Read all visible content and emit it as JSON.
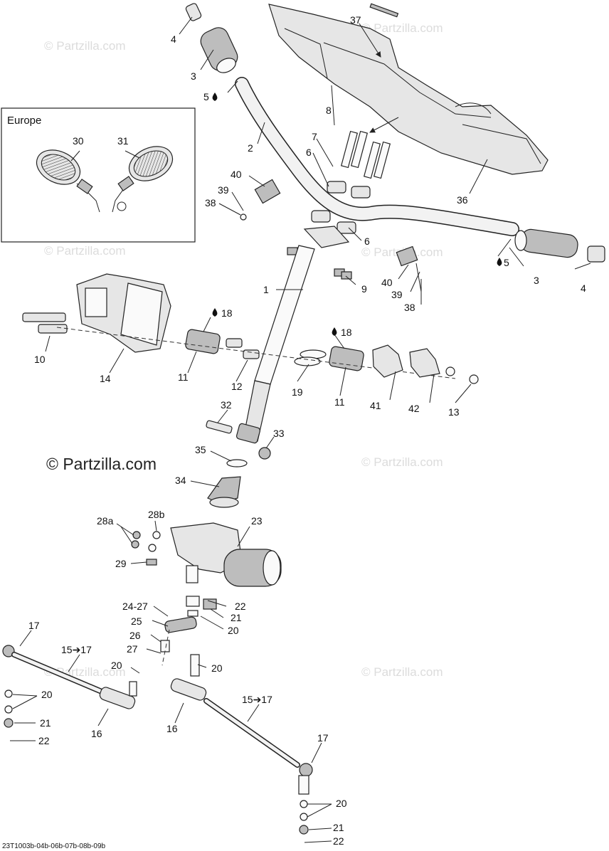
{
  "watermark": "© Partzilla.com",
  "inset": {
    "label": "Europe"
  },
  "reference_code": "23T1003b-04b-06b-07b-08b-09b",
  "callouts": [
    {
      "id": "c1",
      "text": "1"
    },
    {
      "id": "c2",
      "text": "2"
    },
    {
      "id": "c3a",
      "text": "3"
    },
    {
      "id": "c3b",
      "text": "3"
    },
    {
      "id": "c4a",
      "text": "4"
    },
    {
      "id": "c4b",
      "text": "4"
    },
    {
      "id": "c5a",
      "text": "5"
    },
    {
      "id": "c5b",
      "text": "5"
    },
    {
      "id": "c6a",
      "text": "6"
    },
    {
      "id": "c6b",
      "text": "6"
    },
    {
      "id": "c7",
      "text": "7"
    },
    {
      "id": "c8",
      "text": "8"
    },
    {
      "id": "c9",
      "text": "9"
    },
    {
      "id": "c10",
      "text": "10"
    },
    {
      "id": "c11a",
      "text": "11"
    },
    {
      "id": "c11b",
      "text": "11"
    },
    {
      "id": "c12",
      "text": "12"
    },
    {
      "id": "c13",
      "text": "13"
    },
    {
      "id": "c14",
      "text": "14"
    },
    {
      "id": "c15a",
      "text": "15➔17"
    },
    {
      "id": "c15b",
      "text": "15➔17"
    },
    {
      "id": "c16a",
      "text": "16"
    },
    {
      "id": "c16b",
      "text": "16"
    },
    {
      "id": "c17a",
      "text": "17"
    },
    {
      "id": "c17b",
      "text": "17"
    },
    {
      "id": "c18a",
      "text": "18"
    },
    {
      "id": "c18b",
      "text": "18"
    },
    {
      "id": "c19",
      "text": "19"
    },
    {
      "id": "c20a",
      "text": "20"
    },
    {
      "id": "c20b",
      "text": "20"
    },
    {
      "id": "c20c",
      "text": "20"
    },
    {
      "id": "c20d",
      "text": "20"
    },
    {
      "id": "c20e",
      "text": "20"
    },
    {
      "id": "c21a",
      "text": "21"
    },
    {
      "id": "c21b",
      "text": "21"
    },
    {
      "id": "c21c",
      "text": "21"
    },
    {
      "id": "c22a",
      "text": "22"
    },
    {
      "id": "c22b",
      "text": "22"
    },
    {
      "id": "c22c",
      "text": "22"
    },
    {
      "id": "c23",
      "text": "23"
    },
    {
      "id": "c2427",
      "text": "24-27"
    },
    {
      "id": "c25",
      "text": "25"
    },
    {
      "id": "c26",
      "text": "26"
    },
    {
      "id": "c27",
      "text": "27"
    },
    {
      "id": "c28a",
      "text": "28a"
    },
    {
      "id": "c28b",
      "text": "28b"
    },
    {
      "id": "c29",
      "text": "29"
    },
    {
      "id": "c30",
      "text": "30"
    },
    {
      "id": "c31",
      "text": "31"
    },
    {
      "id": "c32",
      "text": "32"
    },
    {
      "id": "c33",
      "text": "33"
    },
    {
      "id": "c34",
      "text": "34"
    },
    {
      "id": "c35",
      "text": "35"
    },
    {
      "id": "c36",
      "text": "36"
    },
    {
      "id": "c37",
      "text": "37"
    },
    {
      "id": "c38a",
      "text": "38"
    },
    {
      "id": "c38b",
      "text": "38"
    },
    {
      "id": "c39a",
      "text": "39"
    },
    {
      "id": "c39b",
      "text": "39"
    },
    {
      "id": "c40a",
      "text": "40"
    },
    {
      "id": "c40b",
      "text": "40"
    },
    {
      "id": "c41",
      "text": "41"
    },
    {
      "id": "c42",
      "text": "42"
    }
  ]
}
